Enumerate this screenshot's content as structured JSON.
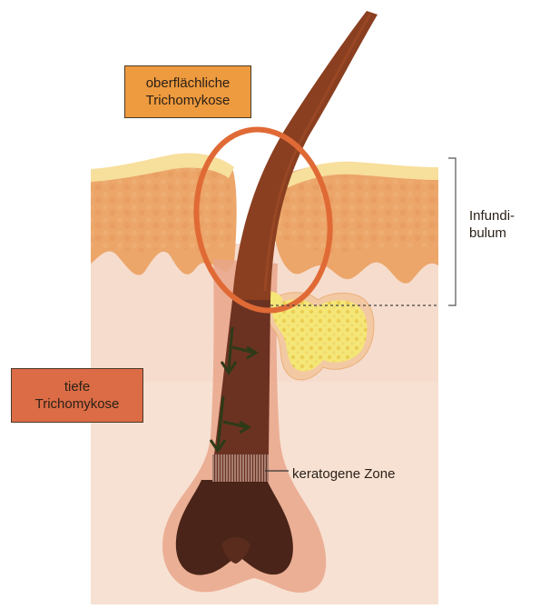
{
  "labels": {
    "superficial": [
      "oberflächliche",
      "Trichomykose"
    ],
    "deep": [
      "tiefe",
      "Trichomykose"
    ],
    "infundibulum": [
      "Infundi-",
      "bulum"
    ],
    "keratogenic_zone": "keratogene Zone"
  },
  "colors": {
    "hair_shaft": "#8a3f20",
    "hair_bulb": "#4a2418",
    "epidermis_top": "#f6d98e",
    "epidermis_body": "#eca66a",
    "dermis": "#f4cfbc",
    "follicle_sheath": "#e9a68a",
    "sebaceous_gland": "#f5e678",
    "superficial_box": "#ee9a3e",
    "deep_box": "#db6c45",
    "infection_circle": "#e06a35",
    "fungus_arrows": "#2d3a18"
  },
  "icons": {
    "fungus_marker": "down-arrow-with-branch-icon"
  }
}
